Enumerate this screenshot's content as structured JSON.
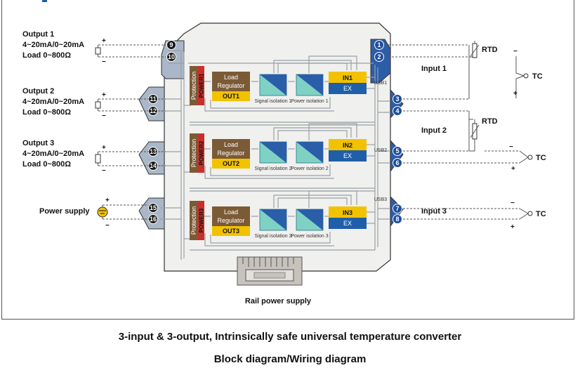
{
  "outputs": [
    {
      "name": "Output 1",
      "range": "4~20mA/0~20mA",
      "load": "Load 0~800Ω",
      "terminals": [
        "9",
        "10"
      ]
    },
    {
      "name": "Output 2",
      "range": "4~20mA/0~20mA",
      "load": "Load 0~800Ω",
      "terminals": [
        "11",
        "12"
      ]
    },
    {
      "name": "Output 3",
      "range": "4~20mA/0~20mA",
      "load": "Load 0~800Ω",
      "terminals": [
        "13",
        "14"
      ]
    }
  ],
  "power_supply": {
    "label": "Power supply",
    "terminals": [
      "15",
      "16"
    ]
  },
  "channels": [
    {
      "protection": "Protection",
      "power": "POWER1",
      "regulator": [
        "Load",
        "Regulator"
      ],
      "out": "OUT1",
      "sig_iso": "Signal isolation 1",
      "pow_iso": "Power isolation 1",
      "in": "IN1",
      "ex": "EX",
      "usb": "USB1"
    },
    {
      "protection": "Protection",
      "power": "POWER2",
      "regulator": [
        "Load",
        "Regulator"
      ],
      "out": "OUT2",
      "sig_iso": "Signal isolation 2",
      "pow_iso": "Power isolation 2",
      "in": "IN2",
      "ex": "EX",
      "usb": "USB2"
    },
    {
      "protection": "Protection",
      "power": "POWER3",
      "regulator": [
        "Load",
        "Regulator"
      ],
      "out": "OUT3",
      "sig_iso": "Signal isolation 3",
      "pow_iso": "Power isolation 3",
      "in": "IN3",
      "ex": "EX",
      "usb": "USB3"
    }
  ],
  "inputs": [
    {
      "name": "Input 1",
      "terminals": [
        "1",
        "2",
        "3"
      ],
      "rtd": "RTD",
      "tc": "TC"
    },
    {
      "name": "Input 2",
      "terminals": [
        "4",
        "5",
        "6"
      ],
      "rtd": "RTD",
      "tc": "TC"
    },
    {
      "name": "Input 3",
      "terminals": [
        "7",
        "8"
      ],
      "tc": "TC"
    }
  ],
  "signs": {
    "plus": "+",
    "minus": "−"
  },
  "rail": "Rail power supply",
  "caption": {
    "line1": "3-input & 3-output, Intrinsically safe universal temperature converter",
    "line2": "Block diagram/Wiring diagram"
  },
  "colors": {
    "protection": "#7b5a36",
    "power": "#c9302c",
    "regulator": "#7b5a36",
    "out": "#f2c200",
    "in": "#f2c200",
    "ex": "#1f5faa",
    "terminal_dark": "#1a1a1a",
    "terminal_blue": "#1f4e9c",
    "terminal_housing": "#aab7c8",
    "body": "#f0f0ee"
  }
}
